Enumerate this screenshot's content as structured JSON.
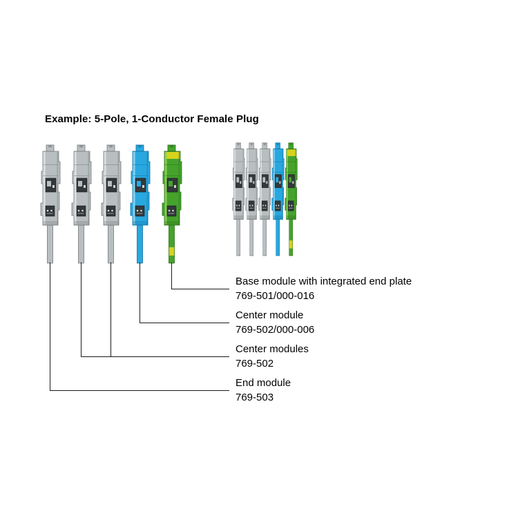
{
  "title": "Example: 5-Pole, 1-Conductor Female Plug",
  "palettes": {
    "gray": {
      "main": "#b9bfc1",
      "light": "#e0e3e4",
      "edge": "#74797c",
      "accent": "transparent"
    },
    "blue": {
      "main": "#29a8e0",
      "light": "#8fd4f2",
      "edge": "#116e9e",
      "accent": "transparent"
    },
    "green": {
      "main": "#45a32c",
      "light": "#8ed157",
      "edge": "#2c6e1d",
      "accent": "#d7d31c"
    }
  },
  "modules": [
    {
      "name": "end-module",
      "color": "gray"
    },
    {
      "name": "center-module-1",
      "color": "gray"
    },
    {
      "name": "center-module-2",
      "color": "gray"
    },
    {
      "name": "center-module-blue",
      "color": "blue"
    },
    {
      "name": "base-module-ground",
      "color": "green"
    }
  ],
  "labels": [
    {
      "line1": "Base module with integrated end plate",
      "line2": "769-501/000-016"
    },
    {
      "line1": "Center module",
      "line2": "769-502/000-006"
    },
    {
      "line1": "Center modules",
      "line2": "769-502"
    },
    {
      "line1": "End module",
      "line2": "769-503"
    }
  ],
  "line_color": "#1a1a1a"
}
